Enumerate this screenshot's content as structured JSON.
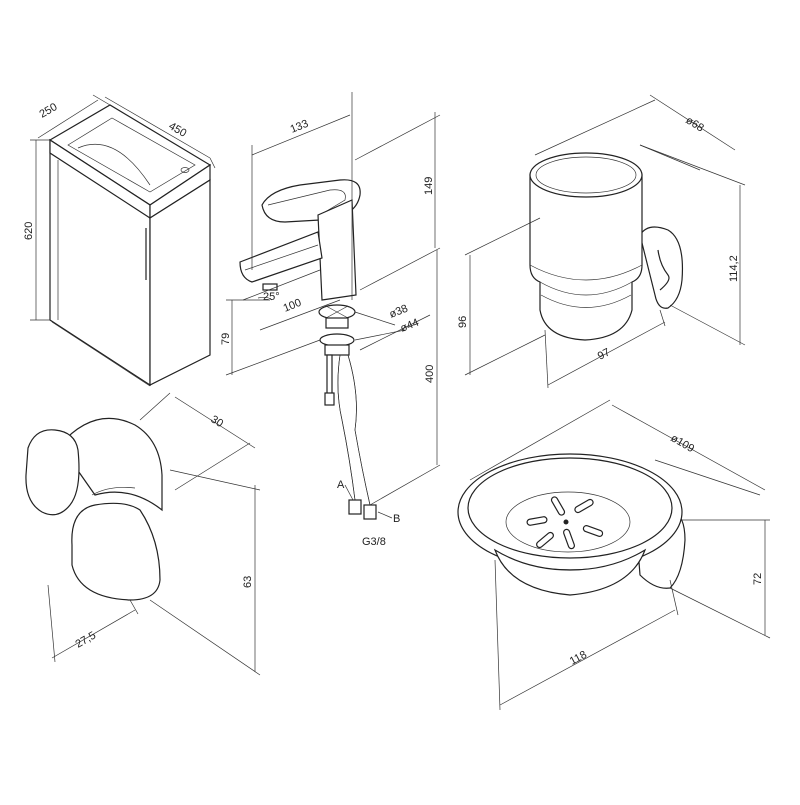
{
  "vanity": {
    "depth": "250",
    "width": "450",
    "height": "620"
  },
  "faucet": {
    "height_total": "149",
    "reach": "133",
    "spout": "100",
    "angle": "25°",
    "base_height": "79",
    "hole_d1": "ø38",
    "hole_d2": "ø44",
    "hose_length": "400",
    "hose_a": "A",
    "hose_b": "B",
    "thread": "G3/8"
  },
  "tumbler": {
    "diameter": "ø68",
    "width": "97",
    "cup_height": "96",
    "total_height": "114,2"
  },
  "hook": {
    "depth": "30",
    "height": "63",
    "width": "27,5"
  },
  "soap_dish": {
    "diameter": "ø109",
    "width": "118",
    "height": "72"
  }
}
